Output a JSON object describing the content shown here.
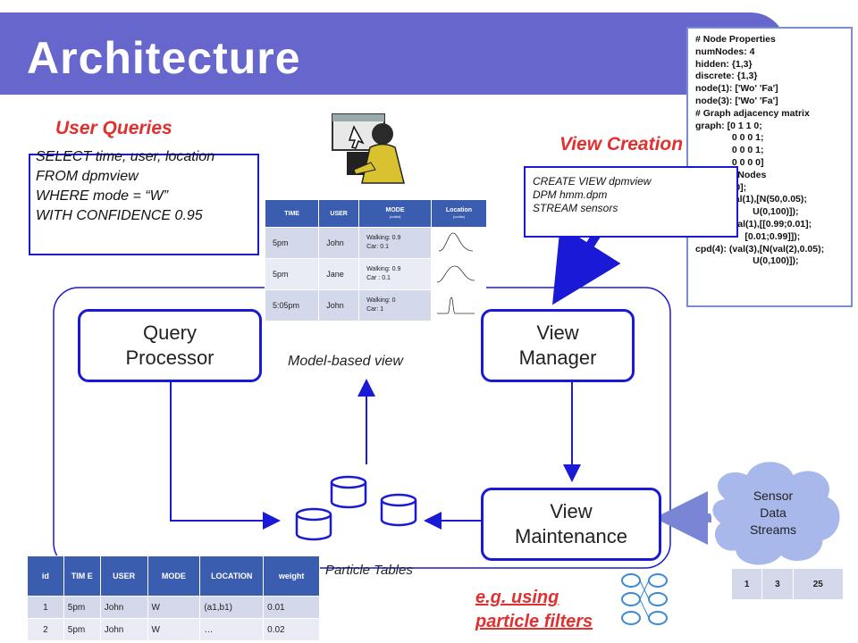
{
  "title": "Architecture",
  "labels": {
    "user_queries": "User Queries",
    "view_creation": "View Creation",
    "model_based_view": "Model-based view",
    "particle_tables": "Particle Tables",
    "particle_filters_line1": "e.g. using",
    "particle_filters_line2": "particle filters"
  },
  "query_text": [
    "SELECT time, user, location",
    "FROM dpmview",
    "WHERE mode = “W”",
    "WITH CONFIDENCE 0.95"
  ],
  "view_text": [
    "CREATE VIEW dpmview",
    "DPM  hmm.dpm",
    "STREAM sensors"
  ],
  "boxes": {
    "query_processor": [
      "Query",
      "Processor"
    ],
    "view_manager": [
      "View",
      "Manager"
    ],
    "view_maintenance": [
      "View",
      "Maintenance"
    ]
  },
  "sensor_cloud": [
    "Sensor",
    "Data",
    "Streams"
  ],
  "node_properties": [
    "# Node Properties",
    "numNodes: 4",
    "hidden: {1,3}",
    "discrete: {1,3}",
    "node(1): ['Wo' 'Fa']",
    "node(3): ['Wo' 'Fa']",
    "# Graph adjacency matrix",
    "graph: [0 1 1 0;",
    "              0 0 0 1;",
    "              0 0 0 1;",
    "              0 0 0 0]",
    "              f Nodes",
    "              ;0];",
    "cpd(2): val(1),[N(50,0.05);",
    "                      U(0,100)]);",
    "cpd(3): (val(1),[[0.99;0.01];",
    "                   [0.01;0.99]]);",
    "cpd(4): (val(3),[N(val(2),0.05);",
    "                      U(0,100)]);"
  ],
  "model_view_table": {
    "headers": [
      "TIME",
      "USER",
      "MODE",
      "Location"
    ],
    "header_subs": [
      "",
      "",
      "(ccdist)",
      "(ccdist)"
    ],
    "rows": [
      {
        "time": "5pm",
        "user": "John",
        "mode1": "Walking: 0.9",
        "mode2": "Car: 0.1"
      },
      {
        "time": "5pm",
        "user": "Jane",
        "mode1": "Walking: 0.9",
        "mode2": "Car : 0.1"
      },
      {
        "time": "5:05pm",
        "user": "John",
        "mode1": "Walking: 0",
        "mode2": "Car: 1"
      }
    ]
  },
  "particle_table": {
    "headers": [
      "id",
      "TIM E",
      "USER",
      "MODE",
      "LOCATION",
      "weight"
    ],
    "rows": [
      [
        "1",
        "5pm",
        "John",
        "W",
        "(a1,b1)",
        "0.01"
      ],
      [
        "2",
        "5pm",
        "John",
        "W",
        "…",
        "0.02"
      ]
    ]
  },
  "small_table": [
    "1",
    "3",
    "25"
  ],
  "colors": {
    "title_bar": "#6666cc",
    "accent_blue": "#1a1ad6",
    "red_label": "#e03030",
    "table_header": "#3b5db0",
    "cloud": "#a8b8ea"
  },
  "icons": [
    "computer-user-clipart-icon",
    "bayes-network-icon",
    "database-cylinder-icon"
  ]
}
